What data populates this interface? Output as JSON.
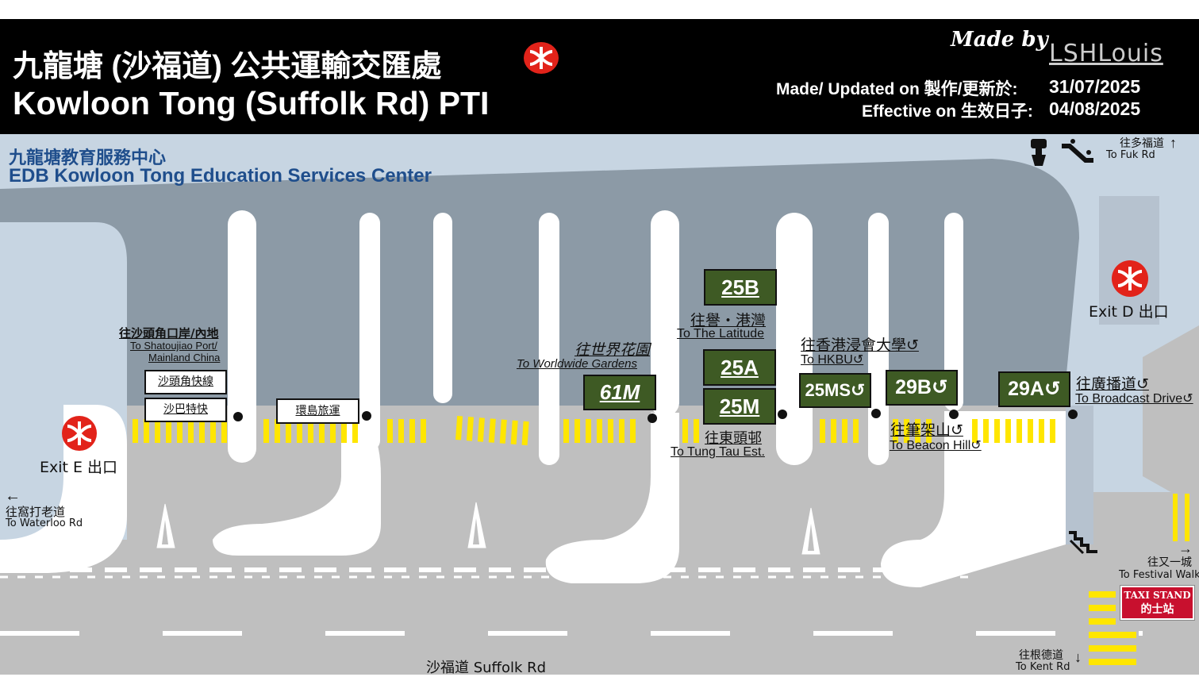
{
  "header": {
    "title_zh": "九龍塘 (沙福道) 公共運輸交匯處",
    "title_en": "Kowloon Tong (Suffolk Rd) PTI",
    "made_by": "Made by",
    "author": "LSHLouis",
    "updated_label": "Made/ Updated on 製作/更新於:",
    "updated_date": "31/07/2025",
    "effective_label": "Effective on 生效日子:",
    "effective_date": "04/08/2025"
  },
  "building": {
    "name_zh": "九龍塘教育服務中心",
    "name_en": "EDB Kowloon Tong Education Services Center"
  },
  "exits": {
    "exit_d": "Exit D 出口",
    "exit_e": "Exit E 出口"
  },
  "directions": {
    "fuk_rd_zh": "往多福道",
    "fuk_rd_en": "To Fuk Rd",
    "waterloo_zh": "往窩打老道",
    "waterloo_en": "To Waterloo Rd",
    "festival_zh": "往又一城",
    "festival_en": "To Festival Walk",
    "kent_zh": "往根德道",
    "kent_en": "To Kent Rd",
    "road_name": "沙福道 Suffolk Rd"
  },
  "taxi": {
    "en": "TAXI STAND",
    "zh": "的士站"
  },
  "stops": {
    "stop1": {
      "dest_zh": "往沙頭角口岸/內地",
      "dest_en1": "To Shatoujiao Port/",
      "dest_en2": "Mainland China",
      "box1": "沙頭角快線",
      "box2": "沙巴特快"
    },
    "stop2": {
      "box": "環島旅運"
    },
    "stop3": {
      "route": "61M",
      "dest_zh": "往世界花園",
      "dest_en": "To Worldwide Gardens"
    },
    "stop4": {
      "routes": [
        "25B",
        "25A",
        "25M"
      ],
      "dest1_zh": "往譽・港灣",
      "dest1_en": "To The Latitude",
      "dest2_zh": "往東頭邨",
      "dest2_en": "To Tung Tau Est."
    },
    "stop5": {
      "route": "25MS↺",
      "dest_zh": "往香港浸會大學↺",
      "dest_en": "To HKBU↺"
    },
    "stop6": {
      "route": "29B↺",
      "dest_zh": "往筆架山↺",
      "dest_en": "To Beacon Hill↺"
    },
    "stop7": {
      "route": "29A↺",
      "dest_zh": "往廣播道↺",
      "dest_en": "To Broadcast Drive↺"
    }
  },
  "icons": [
    "mtr-logo-icon",
    "toilet-icon",
    "escalator-icon",
    "stairs-icon",
    "arrow-up-icon",
    "arrow-left-icon",
    "arrow-right-icon",
    "arrow-down-icon"
  ],
  "colors": {
    "route_green": "#3e5a24",
    "mtr_red": "#e2231a",
    "crossing_yellow": "#ffe600",
    "header_black": "#000000",
    "walkway_blue": "#c7d5e2",
    "building_gray": "#8c9aa6",
    "road_gray": "#bfbfbf",
    "taxi_red": "#c8102e"
  }
}
